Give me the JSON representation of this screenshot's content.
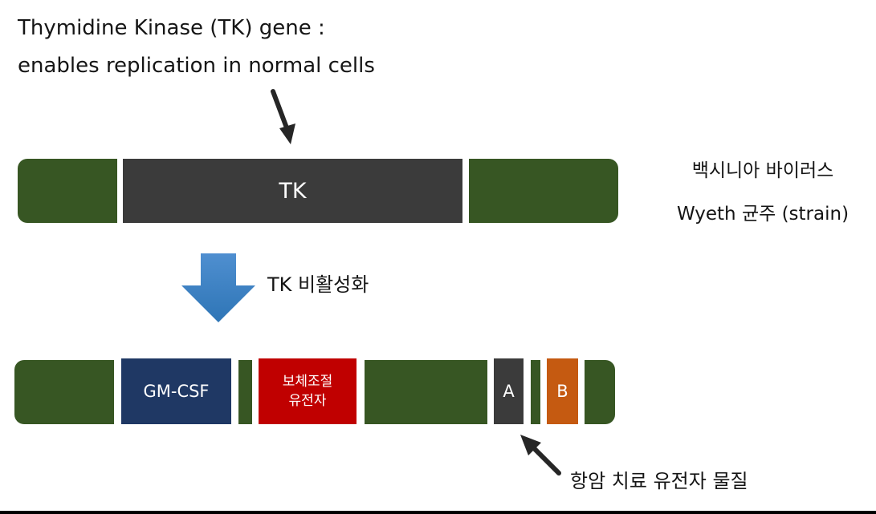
{
  "annotation_top": {
    "line1": "Thymidine Kinase (TK) gene :",
    "line2": "enables replication in normal cells"
  },
  "strain_label": {
    "line1": "백시니아 바이러스",
    "line2": "Wyeth 균주 (strain)"
  },
  "top_bar": {
    "tk_label": "TK"
  },
  "process_label": "TK 비활성화",
  "bottom_bar": {
    "gm_csf_label": "GM-CSF",
    "complement_label_line1": "보체조절",
    "complement_label_line2": "유전자",
    "a_label": "A",
    "b_label": "B"
  },
  "annotation_bottom": "항암 치료 유전자 물질",
  "colors": {
    "green": "#375623",
    "tk_dark": "#3b3b3b",
    "navy": "#1f3864",
    "red": "#c00000",
    "orange": "#c55a11",
    "arrow_blue": "#2e75b6",
    "arrow_dark": "#262626"
  },
  "icons": {
    "pointer_top": "dark-diagonal-arrow-down",
    "process": "blue-down-arrow",
    "pointer_bottom": "dark-diagonal-arrow-up-left"
  }
}
